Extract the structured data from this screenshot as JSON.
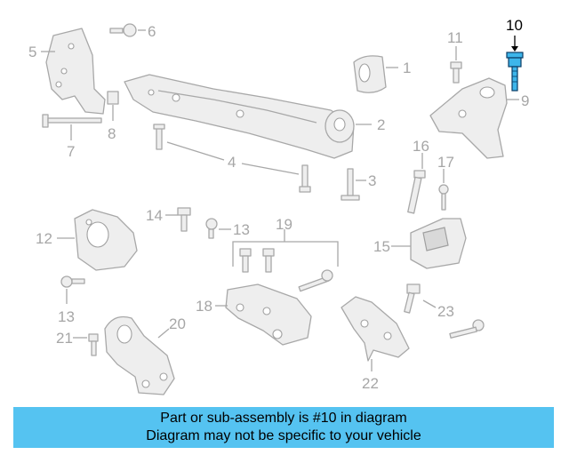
{
  "callouts": {
    "c1": "1",
    "c2": "2",
    "c3": "3",
    "c4": "4",
    "c5": "5",
    "c6": "6",
    "c7": "7",
    "c8": "8",
    "c9": "9",
    "c10": "10",
    "c11": "11",
    "c12": "12",
    "c13a": "13",
    "c13b": "13",
    "c14": "14",
    "c15": "15",
    "c16": "16",
    "c17": "17",
    "c18": "18",
    "c19": "19",
    "c20": "20",
    "c21": "21",
    "c22": "22",
    "c23": "23"
  },
  "highlighted_part": "10",
  "colors": {
    "highlight_fill": "#3db5ea",
    "banner_bg": "#55c3f1",
    "line_gray": "#a8a8a8"
  },
  "banner": {
    "line1": "Part or sub-assembly is #10 in diagram",
    "line2": "Diagram may not be specific to your vehicle"
  }
}
